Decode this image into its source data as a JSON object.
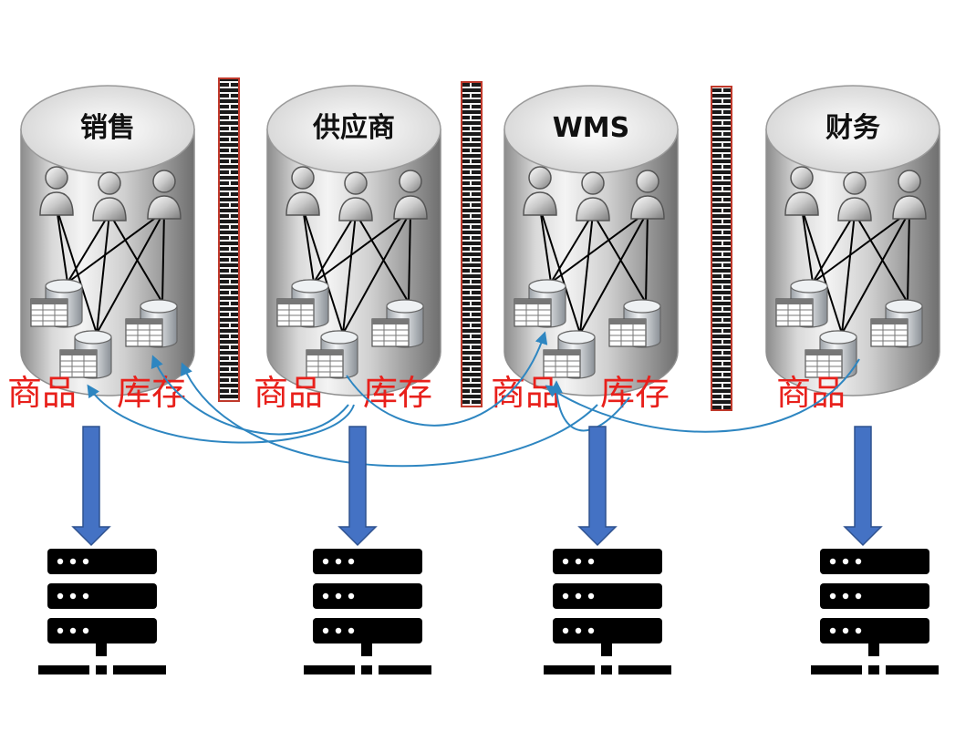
{
  "systems": [
    {
      "title": "销售",
      "labels": [
        "商品",
        "库存"
      ]
    },
    {
      "title": "供应商",
      "labels": [
        "商品",
        "库存"
      ]
    },
    {
      "title": "WMS",
      "labels": [
        "商品",
        "库存"
      ]
    },
    {
      "title": "财务",
      "labels": [
        "商品"
      ]
    }
  ],
  "colors": {
    "label_red": "#e8201b",
    "arrow_blue": "#4472c4",
    "curve_blue": "#2e86c1",
    "firewall_brick": "#1a1a1a",
    "firewall_border": "#c0392b",
    "server_black": "#000000"
  },
  "icons": {
    "user": "user-icon",
    "database": "database-table-icon",
    "firewall": "firewall-icon",
    "server": "server-rack-icon",
    "down_arrow": "down-arrow-icon"
  }
}
